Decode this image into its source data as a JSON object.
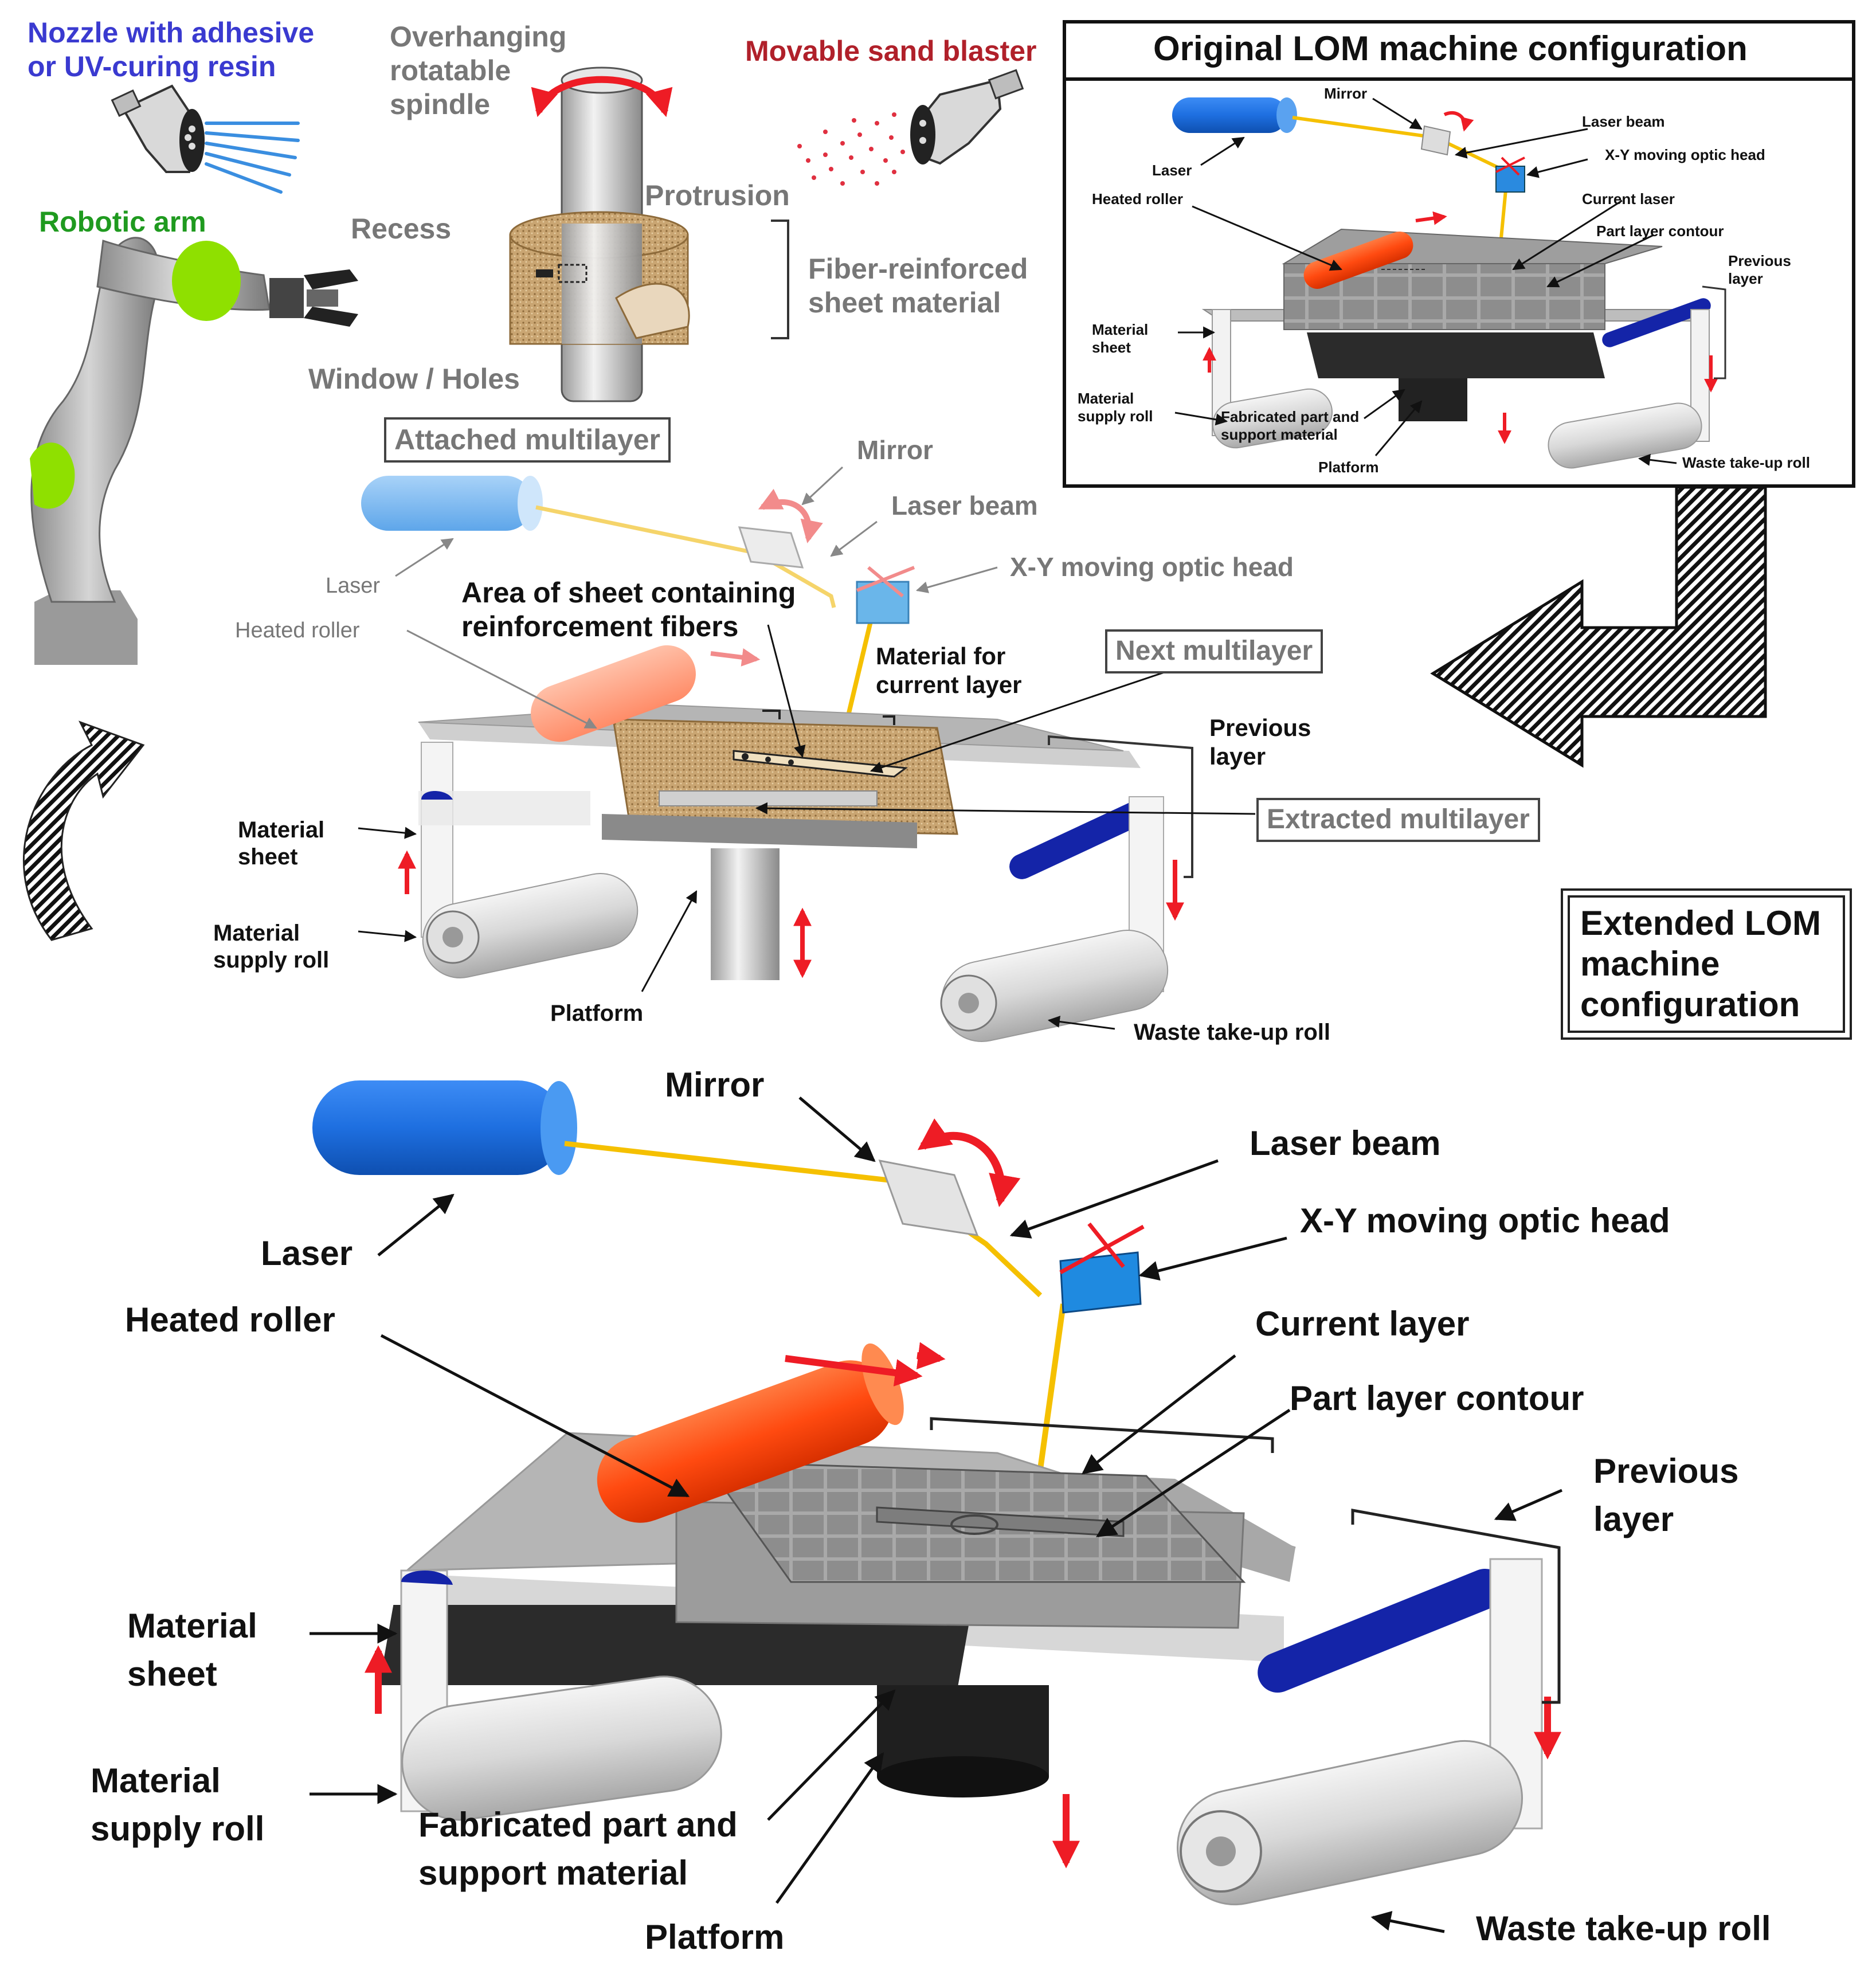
{
  "colors": {
    "laser_blue": "#1e6fe0",
    "laser_light": "#7ab8f0",
    "beam_yellow": "#f5c000",
    "roller_orange": "#ff4a10",
    "roller_light": "#ff9f80",
    "roll_blue": "#1424a8",
    "fiber_tan": "#c9a572",
    "robot_green": "#8fe000",
    "sand_red": "#e03040",
    "nozzle_spray": "#3a8ee0",
    "platform_dark": "#2b2b2b",
    "label_gray": "#777777",
    "label_blue": "#3a3ad0",
    "label_green": "#1f9a1f",
    "label_red": "#b0202a"
  },
  "top_left": {
    "nozzle_label": "Nozzle with adhesive or UV-curing resin",
    "spindle_label": "Overhanging rotatable spindle",
    "sand_label": "Movable sand blaster",
    "robot_label": "Robotic arm",
    "recess_label": "Recess",
    "protrusion_label": "Protrusion",
    "fiber_label": "Fiber-reinforced sheet material",
    "window_label": "Window / Holes",
    "attached_label": "Attached multilayer"
  },
  "original_panel": {
    "title": "Original LOM machine configuration",
    "mirror": "Mirror",
    "laser_beam": "Laser beam",
    "laser": "Laser",
    "optic_head": "X-Y moving optic head",
    "heated_roller": "Heated roller",
    "current_laser": "Current laser",
    "part_contour": "Part layer contour",
    "previous_layer": "Previous layer",
    "material_sheet": "Material sheet",
    "supply_roll": "Material supply roll",
    "fabricated": "Fabricated part and support material",
    "platform": "Platform",
    "waste_roll": "Waste take-up roll"
  },
  "extended": {
    "title": "Extended LOM machine configuration",
    "mirror": "Mirror",
    "laser_beam": "Laser beam",
    "laser": "Laser",
    "optic_head": "X-Y moving optic head",
    "heated_roller": "Heated roller",
    "area_fibers": "Area of sheet containing reinforcement fibers",
    "material_current": "Material for current layer",
    "next_multilayer": "Next multilayer",
    "previous_layer": "Previous layer",
    "extracted_multilayer": "Extracted multilayer",
    "material_sheet": "Material sheet",
    "supply_roll": "Material supply roll",
    "platform": "Platform",
    "waste_roll": "Waste take-up roll"
  },
  "bottom": {
    "mirror": "Mirror",
    "laser_beam": "Laser beam",
    "laser": "Laser",
    "optic_head": "X-Y moving optic head",
    "heated_roller": "Heated roller",
    "current_layer": "Current layer",
    "part_contour": "Part layer contour",
    "previous_layer": "Previous layer",
    "material_sheet": "Material sheet",
    "supply_roll": "Material supply roll",
    "fabricated": "Fabricated part and support material",
    "platform": "Platform",
    "waste_roll": "Waste take-up roll"
  }
}
